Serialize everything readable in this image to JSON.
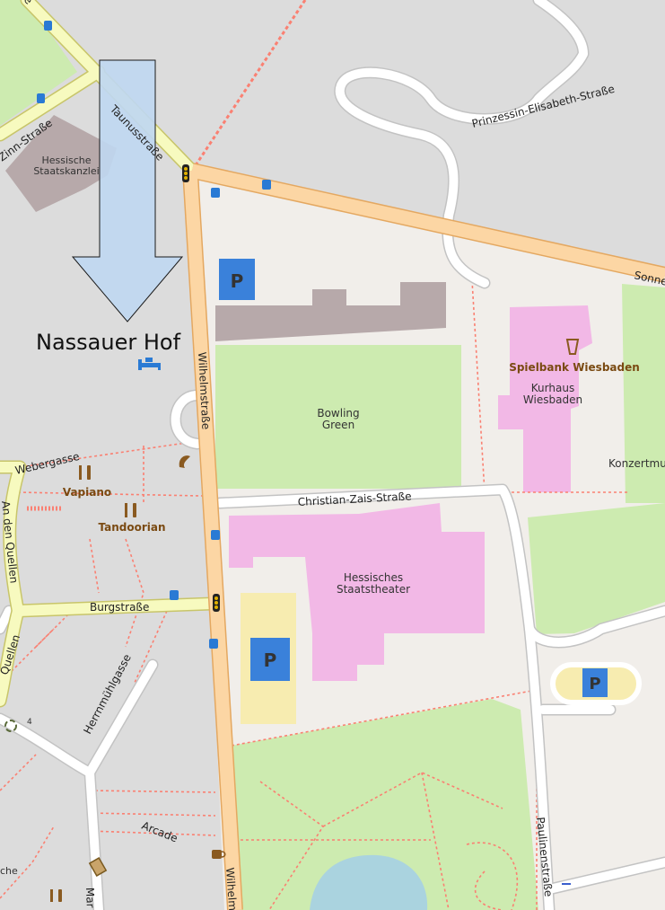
{
  "map": {
    "colors": {
      "background": "#dcdcdc",
      "land": "#f1eeea",
      "park": "#cdebb0",
      "pitch": "#aae0a4",
      "building": "#b7a9aa",
      "civic": "#f2b8e6",
      "parking_area": "#f7ecb0",
      "primary_road": "#fcd6a4",
      "primary_road_casing": "#e4a861",
      "secondary_road": "#f7fabf",
      "secondary_road_casing": "#c8c56a",
      "minor_road": "#ffffff",
      "minor_road_casing": "#c3c3c3",
      "path": "#fa8072",
      "water": "#aad3df",
      "arrow": "#bfd7f0",
      "parking_sign": "#3a81da"
    },
    "hotel": {
      "name": "Nassauer Hof",
      "icon": "hotel-bed-icon"
    },
    "streets": {
      "zinn": "Zinn-Straße",
      "taunus": "Taunusstraße",
      "prinzessin": "Prinzessin-Elisabeth-Straße",
      "sonne": "Sonne",
      "wilhelm": "Wilhelmstraße",
      "wilhelm2": "Wilhelm",
      "christian": "Christian-Zais-Straße",
      "weber": "Webergasse",
      "burg": "Burgstraße",
      "quellen": "An den Quellen",
      "quellen2": "Quellen",
      "hermm": "Herrnmühlgasse",
      "arcade": "Arcade",
      "paulinen": "Paulinenstraße",
      "mar": "Mar",
      "top_partial": "e"
    },
    "places": {
      "staatskanzlei1": "Hessische",
      "staatskanzlei2": "Staatskanzlei",
      "bowling1": "Bowling",
      "bowling2": "Green",
      "spielbank": "Spielbank Wiesbaden",
      "kurhaus1": "Kurhaus",
      "kurhaus2": "Wiesbaden",
      "konzert": "Konzertmu",
      "theater1": "Hessisches",
      "theater2": "Staatstheater",
      "vapiano": "Vapiano",
      "tandoorian": "Tandoorian",
      "che": "che",
      "housenumber4": "4"
    },
    "icons": {
      "parking": "P",
      "bus_stop": "bus-stop-icon",
      "traffic_signal": "traffic-signal-icon",
      "restaurant": "restaurant-icon",
      "phone": "phone-icon",
      "casino": "casino-icon",
      "cafe": "cafe-icon",
      "recycling": "recycling-icon",
      "direction_arrow": "down-arrow-icon"
    }
  }
}
